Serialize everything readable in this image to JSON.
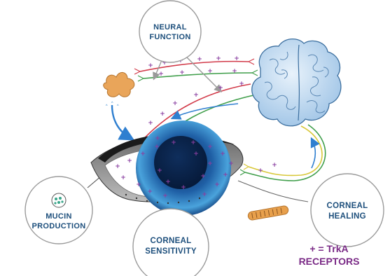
{
  "labels": {
    "neural_function": [
      "NEURAL",
      "FUNCTION"
    ],
    "mucin_production": [
      "MUCIN",
      "PRODUCTION"
    ],
    "corneal_sensitivity": [
      "CORNEAL",
      "SENSITIVITY"
    ],
    "corneal_healing": [
      "CORNEAL",
      "HEALING"
    ]
  },
  "legend": {
    "line1": "+ = TrkA",
    "line2": "RECEPTORS"
  },
  "colors": {
    "label_text": "#1d4f7c",
    "legend_text": "#7a2a86",
    "receptor_plus": "#8a3fa0",
    "nerve_red": "#d23b4a",
    "nerve_green": "#3f9e4a",
    "nerve_yellow": "#d8c83a",
    "arrow_blue": "#2f7fd0",
    "iris_blue": "#2b86c8",
    "brain_blue": "#9fc4e6"
  },
  "icons": [
    "brain-icon",
    "eye-icon",
    "neuron-cell-icon",
    "gland-icon",
    "tissue-fiber-icon"
  ]
}
